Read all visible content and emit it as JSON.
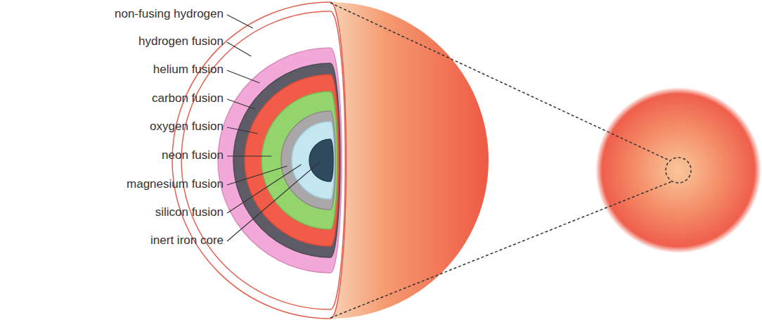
{
  "diagram": {
    "labels": [
      "non-fusing hydrogen",
      "hydrogen fusion",
      "helium fusion",
      "carbon fusion",
      "oxygen fusion",
      "neon fusion",
      "magnesium fusion",
      "silicon fusion",
      "inert iron core"
    ]
  }
}
